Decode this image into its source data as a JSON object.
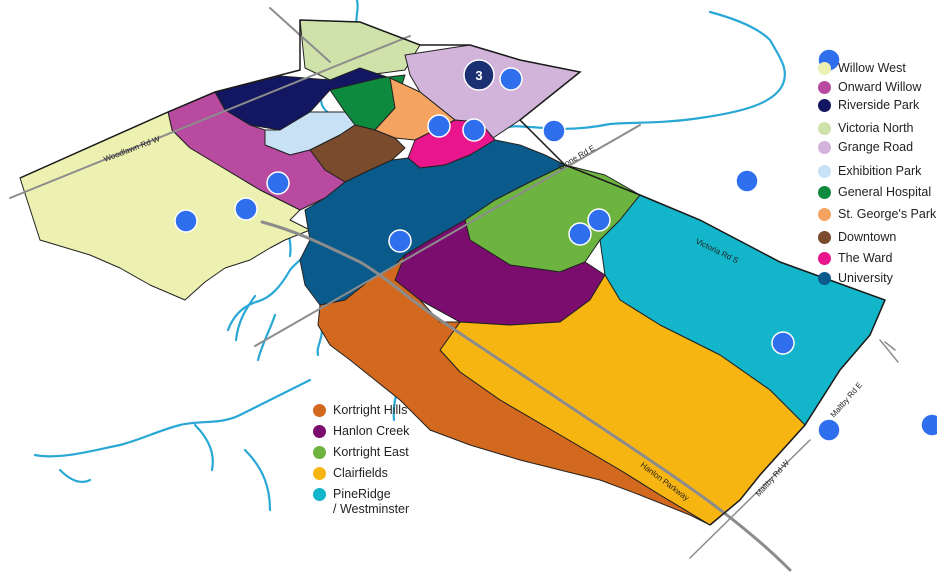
{
  "map": {
    "roads": [
      {
        "id": "woodlawn",
        "name": "Woodlawn Rd W"
      },
      {
        "id": "stone",
        "name": "Stone Rd E"
      },
      {
        "id": "victoria",
        "name": "Victoria Rd S"
      },
      {
        "id": "hanlon",
        "name": "Hanlon Parkway"
      },
      {
        "id": "maltby_e",
        "name": "Maltby Rd E"
      },
      {
        "id": "maltby_w",
        "name": "Maltby Rd W"
      }
    ],
    "cluster": {
      "count": "3"
    }
  },
  "legend_north": [
    {
      "label": "Willow West",
      "color": "#ecf1b1"
    },
    {
      "label": "Onward Willow",
      "color": "#b84a9f"
    },
    {
      "label": "Riverside Park",
      "color": "#131660"
    },
    {
      "label": "Victoria North",
      "color": "#cfe2a9"
    },
    {
      "label": "Grange Road",
      "color": "#d2b3d9"
    },
    {
      "label": "Exhibition Park",
      "color": "#c8e1f5"
    },
    {
      "label": "General Hospital",
      "color": "#0e8a3e"
    },
    {
      "label": "St. George's Park",
      "color": "#f4a460"
    },
    {
      "label": "Downtown",
      "color": "#7a4b2c"
    },
    {
      "label": "The Ward",
      "color": "#e8158c"
    },
    {
      "label": "University",
      "color": "#0a5a8c"
    }
  ],
  "legend_south": [
    {
      "label": "Kortright Hills",
      "color": "#d2691e"
    },
    {
      "label": "Hanlon Creek",
      "color": "#7a0d6e"
    },
    {
      "label": "Kortright East",
      "color": "#6db33f"
    },
    {
      "label": "Clairfields",
      "color": "#f7b512"
    },
    {
      "label": "PineRidge\n/ Westminster",
      "color": "#12b5c9"
    }
  ],
  "colors": {
    "river": "#29a8d6",
    "road": "#8c8c8c",
    "marker": "#2f6fed",
    "cluster": "#1b2f73"
  }
}
